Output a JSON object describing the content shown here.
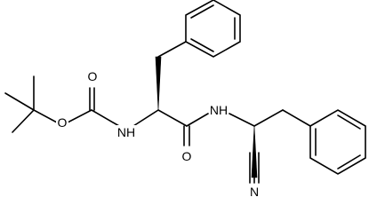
{
  "structure": {
    "atoms": {
      "ester_oxygen": "O",
      "carbonyl_oxygen_1": "O",
      "carbonyl_oxygen_2": "O",
      "amide_nitrogen_1": "NH",
      "amide_nitrogen_2": "NH",
      "nitrile_nitrogen": "N"
    }
  }
}
